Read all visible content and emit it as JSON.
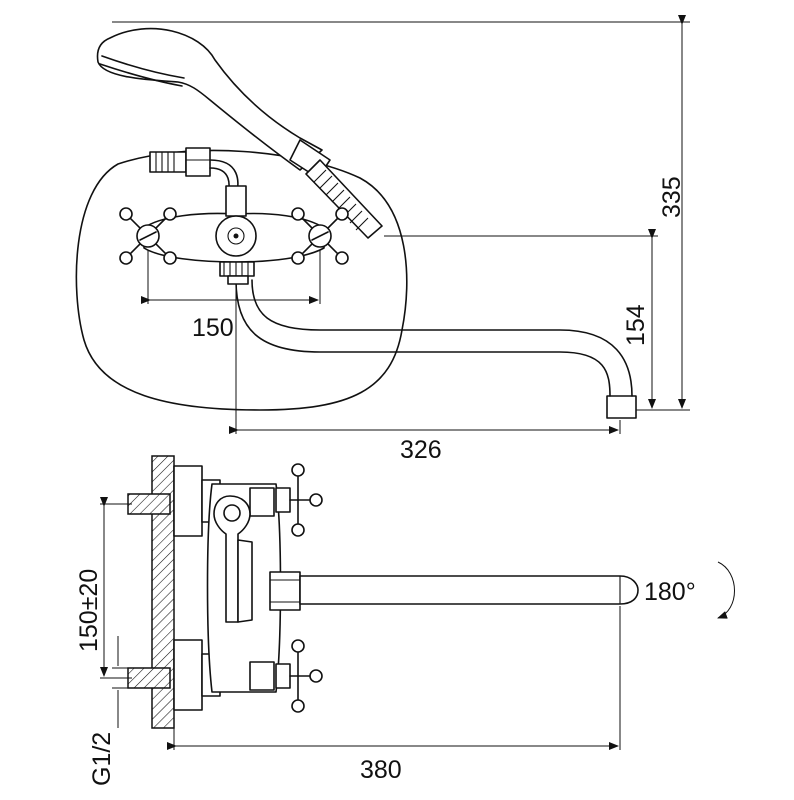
{
  "dimensions": {
    "handle_spacing": "150",
    "total_height": "335",
    "spout_height": "154",
    "spout_reach": "326",
    "connection_spacing": "150±20",
    "thread": "G1/2",
    "spout_length": "380",
    "rotation": "180°"
  }
}
